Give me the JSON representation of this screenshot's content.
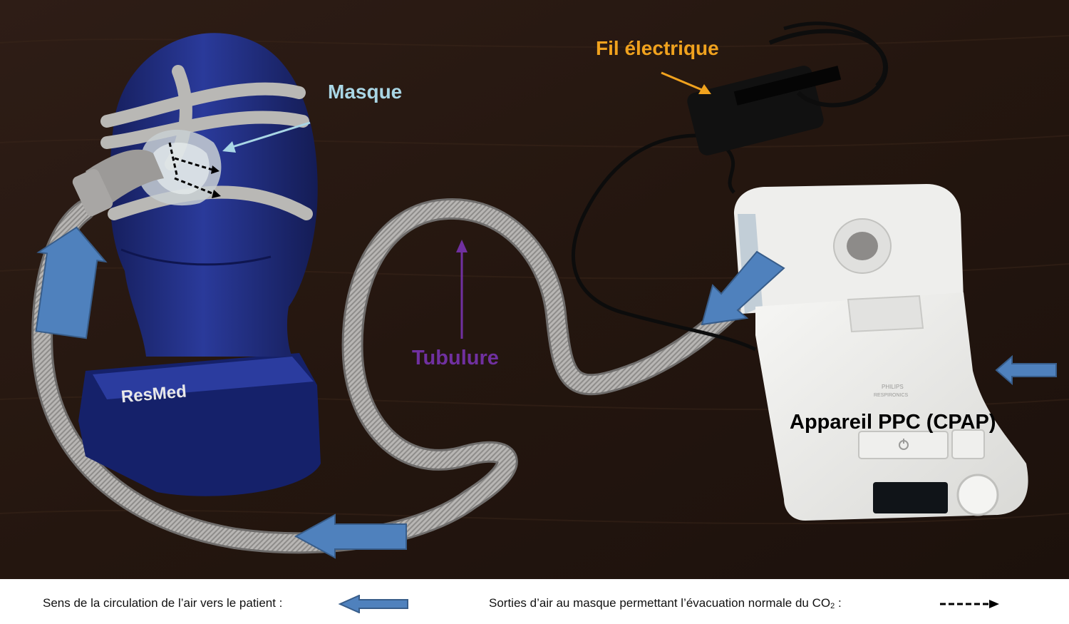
{
  "labels": {
    "fil_electrique": "Fil électrique",
    "masque": "Masque",
    "tubulure": "Tubulure",
    "appareil": "Appareil PPC (CPAP)"
  },
  "device": {
    "mask_stand_brand": "ResMed",
    "machine_brand": "PHILIPS",
    "machine_sub_brand": "RESPIRONICS"
  },
  "legend": {
    "airflow_text": "Sens de la circulation de l’air vers le patient :",
    "exhaust_text_main": "Sorties d’air au masque permettant l’évacuation normale du CO",
    "exhaust_text_sub": "2",
    "exhaust_text_end": " :"
  },
  "colors": {
    "label_fil": "#f0a21e",
    "label_masque": "#a9d6e5",
    "label_tubulure": "#7030a0",
    "label_appareil": "#000000",
    "flow_arrow": "#4f81bd",
    "flow_arrow_border": "#385d8a",
    "table": "#2a1a14",
    "mannequin": "#1e2a78"
  },
  "icons": [
    "airflow-arrow-icon",
    "exhaust-dashed-arrow-icon",
    "power-icon"
  ]
}
